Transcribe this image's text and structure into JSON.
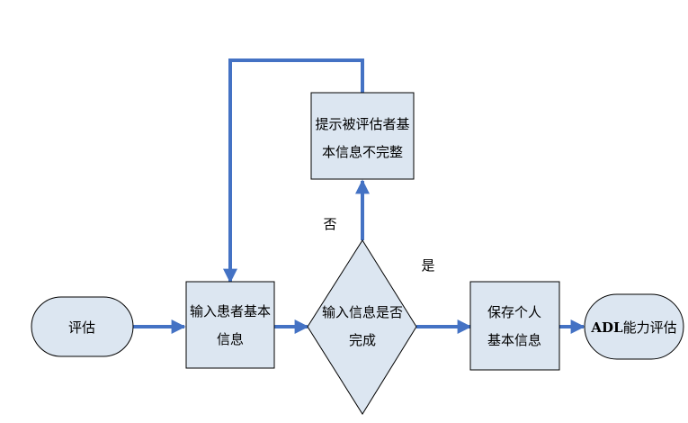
{
  "nodes": {
    "start": {
      "text": "评估"
    },
    "input": {
      "line1": "输入患者基本",
      "line2": "信息"
    },
    "decision": {
      "line1": "输入信息是否",
      "line2": "完成"
    },
    "prompt": {
      "line1": "提示被评估者基",
      "line2": "本信息不完整"
    },
    "save": {
      "line1": "保存个人",
      "line2": "基本信息"
    },
    "end": {
      "prefix": "ADL",
      "suffix": "能力评估"
    }
  },
  "labels": {
    "no": "否",
    "yes": "是"
  },
  "colors": {
    "arrow": "#4472C4",
    "box_fill": "#DCE6F1",
    "box_stroke": "#000000",
    "text": "#000000"
  }
}
